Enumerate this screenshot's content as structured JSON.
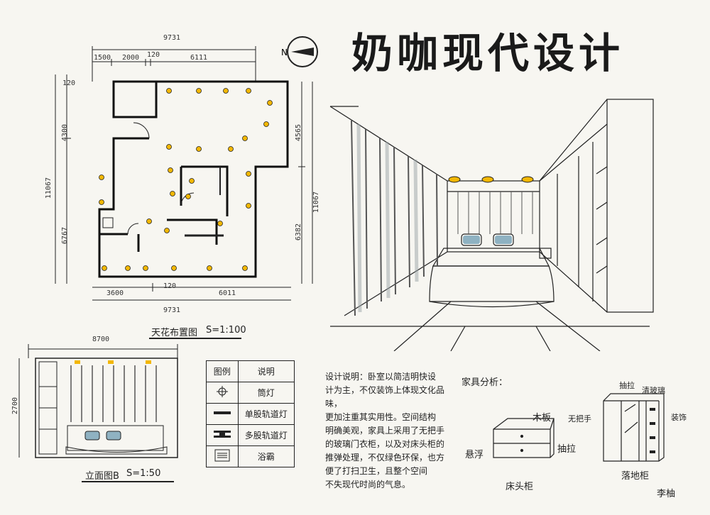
{
  "title": "奶咖现代设计",
  "plan": {
    "dim_top_total": "9731",
    "dim_top_segments": [
      "1500",
      "2000",
      "120",
      "6111"
    ],
    "dim_bottom_total": "9731",
    "dim_bottom_segments": [
      "3600",
      "120",
      "6011"
    ],
    "dim_left_total": "11067",
    "dim_left_segments": [
      "4300",
      "6767"
    ],
    "dim_right_total": "11067",
    "dim_right_segments": [
      "4565",
      "6382"
    ],
    "dim_small_120": "120",
    "compass_letter": "N",
    "caption": "天花布置图",
    "scale": "S=1:100"
  },
  "elevation": {
    "dim_width": "8700",
    "dim_height": "2700",
    "caption": "立面图B",
    "scale": "S=1:50"
  },
  "legend": {
    "headers": [
      "图例",
      "说明"
    ],
    "rows": [
      {
        "icon": "downlight-icon",
        "label": "筒灯"
      },
      {
        "icon": "single-track-icon",
        "label": "单股轨道灯"
      },
      {
        "icon": "multi-track-icon",
        "label": "多股轨道灯"
      },
      {
        "icon": "bath-heater-icon",
        "label": "浴霸"
      }
    ]
  },
  "design_note": {
    "lines": [
      "设计说明：卧室以简洁明快设",
      "计为主，不仅装饰上体现文化品味，",
      "更加注重其实用性。空间结构",
      "明确美观，家具上采用了无把手",
      "的玻璃门衣柜，以及对床头柜的",
      "推弹处理，不仅绿色环保，也方",
      "便了打扫卫生，且整个空间",
      "不失现代时尚的气息。"
    ]
  },
  "furniture": {
    "heading": "家具分析：",
    "nightstand": {
      "labels": [
        "木板",
        "抽拉",
        "悬浮"
      ],
      "caption": "床头柜"
    },
    "wardrobe": {
      "labels": [
        "抽拉",
        "清玻璃",
        "无把手",
        "装饰"
      ],
      "caption": "落地柜"
    }
  },
  "signature": "李柚",
  "colors": {
    "paper": "#f7f6f1",
    "ink": "#222222",
    "lamp_yellow": "#f2b705",
    "pillow_blue": "#8fb2c2",
    "curtain_gray": "#9aa3a6"
  }
}
